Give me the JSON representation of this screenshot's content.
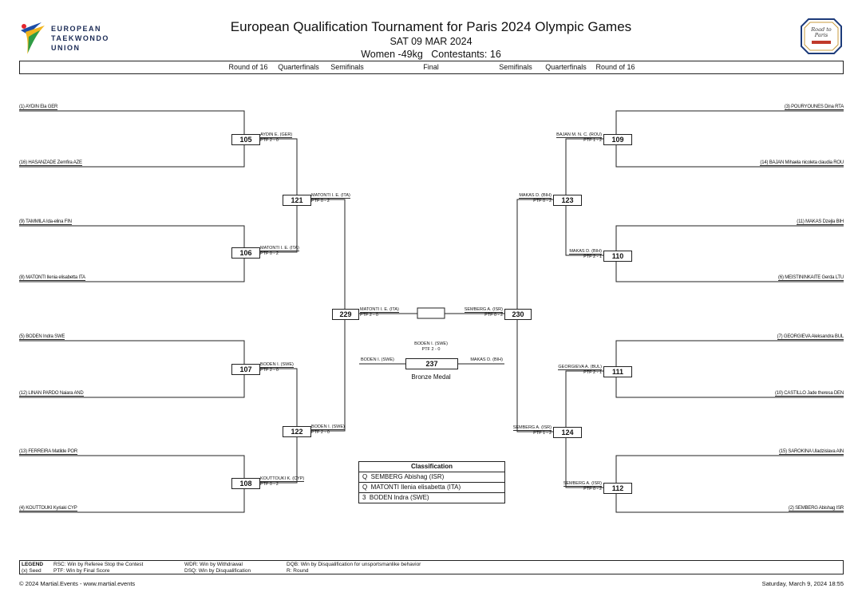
{
  "header": {
    "logo_text": [
      "EUROPEAN",
      "TAEKWONDO",
      "UNION"
    ],
    "title": "European Qualification Tournament for Paris 2024 Olympic Games",
    "date": "SAT 09 MAR 2024",
    "division": "Women -49kg   Contestants: 16",
    "badge_text": "Road to Paris"
  },
  "rounds": [
    "Round of 16",
    "Quarterfinals",
    "Semifinals",
    "Final",
    "Semifinals",
    "Quarterfinals",
    "Round of 16"
  ],
  "athletes": {
    "left": [
      "(1) AYDIN Ela GER",
      "(16) HASANZADE Zemfira AZE",
      "(9) TAMMILA Ida-elina FIN",
      "(8) MATONTI Ilenia elisabetta ITA",
      "(5) BODEN Indra SWE",
      "(12) LINAN PARDO Naiara AND",
      "(13) FERREIRA Matilde POR",
      "(4) KOUTTOUKI Kyriaki CYP"
    ],
    "right": [
      "(3) POURYOUNES Dina RTA",
      "(14) BAJAN Mihaela nicoleta claudia ROU",
      "(11) MAKAS Dzejla BIH",
      "(6) MEISTININKAITE Gerda LTU",
      "(7) GEORGIEVA Aleksandra BUL",
      "(10) CASTILLO Jade theresa DEN",
      "(15) SAROKINA Uladzislava AIN",
      "(2) SEMBERG Abishag ISR"
    ]
  },
  "matches": {
    "m105": {
      "num": "105",
      "winner": "AYDIN E. (GER)",
      "score": "PTF 2 - 0"
    },
    "m106": {
      "num": "106",
      "winner": "MATONTI I. E. (ITA)",
      "score": "PTF 0 - 2"
    },
    "m107": {
      "num": "107",
      "winner": "BODEN I. (SWE)",
      "score": "PTF 2 - 0"
    },
    "m108": {
      "num": "108",
      "winner": "KOUTTOUKI K. (CYP)",
      "score": "PTF 0 - 2"
    },
    "m109": {
      "num": "109",
      "winner": "BAJAN M. N. C. (ROU)",
      "score": "PTF 1 - 2"
    },
    "m110": {
      "num": "110",
      "winner": "MAKAS D. (BIH)",
      "score": "PTF 2 - 1"
    },
    "m111": {
      "num": "111",
      "winner": "GEORGIEVA A. (BUL)",
      "score": "PTF 2 - 1"
    },
    "m112": {
      "num": "112",
      "winner": "SEMBERG A. (ISR)",
      "score": "PTF 0 - 2"
    },
    "m121": {
      "num": "121",
      "winner": "MATONTI I. E. (ITA)",
      "score": "PTF 0 - 2"
    },
    "m122": {
      "num": "122",
      "winner": "BODEN I. (SWE)",
      "score": "PTF 2 - 0"
    },
    "m123": {
      "num": "123",
      "winner": "MAKAS D. (BIH)",
      "score": "PTF 0 - 2"
    },
    "m124": {
      "num": "124",
      "winner": "SEMBERG A. (ISR)",
      "score": "PTF 1 - 2"
    },
    "m229": {
      "num": "229",
      "winner": "MATONTI I. E. (ITA)",
      "score": "PTF 2 - 0"
    },
    "m230": {
      "num": "230",
      "winner": "SEMBERG A. (ISR)",
      "score": "PTF 0 - 2"
    },
    "m237": {
      "num": "237",
      "winner": "BODEN I. (SWE)",
      "score": "PTF 2 - 0",
      "left": "BODEN I. (SWE)",
      "right": "MAKAS D. (BIH)",
      "label": "Bronze Medal"
    }
  },
  "classification": {
    "title": "Classification",
    "rows": [
      "Q  SEMBERG Abishag (ISR)",
      "Q  MATONTI Ilenia elisabetta (ITA)",
      "3  BODEN Indra (SWE)"
    ]
  },
  "legend": {
    "title": "LEGEND",
    "rsc": "RSC: Win by Referee Stop the Contest",
    "wdr": "WDR: Win by Withdrawal",
    "dqb": "DQB: Win by Disqualification for unsportsmanlike behavior",
    "seed": "(x) Seed",
    "ptf": "PTF: Win by Final Score",
    "dsq": "DSQ: Win by Disqualification",
    "round": "R: Round"
  },
  "footer": {
    "copyright": "© 2024 Martial.Events - www.martial.events",
    "timestamp": "Saturday, March 9, 2024 18:55"
  }
}
